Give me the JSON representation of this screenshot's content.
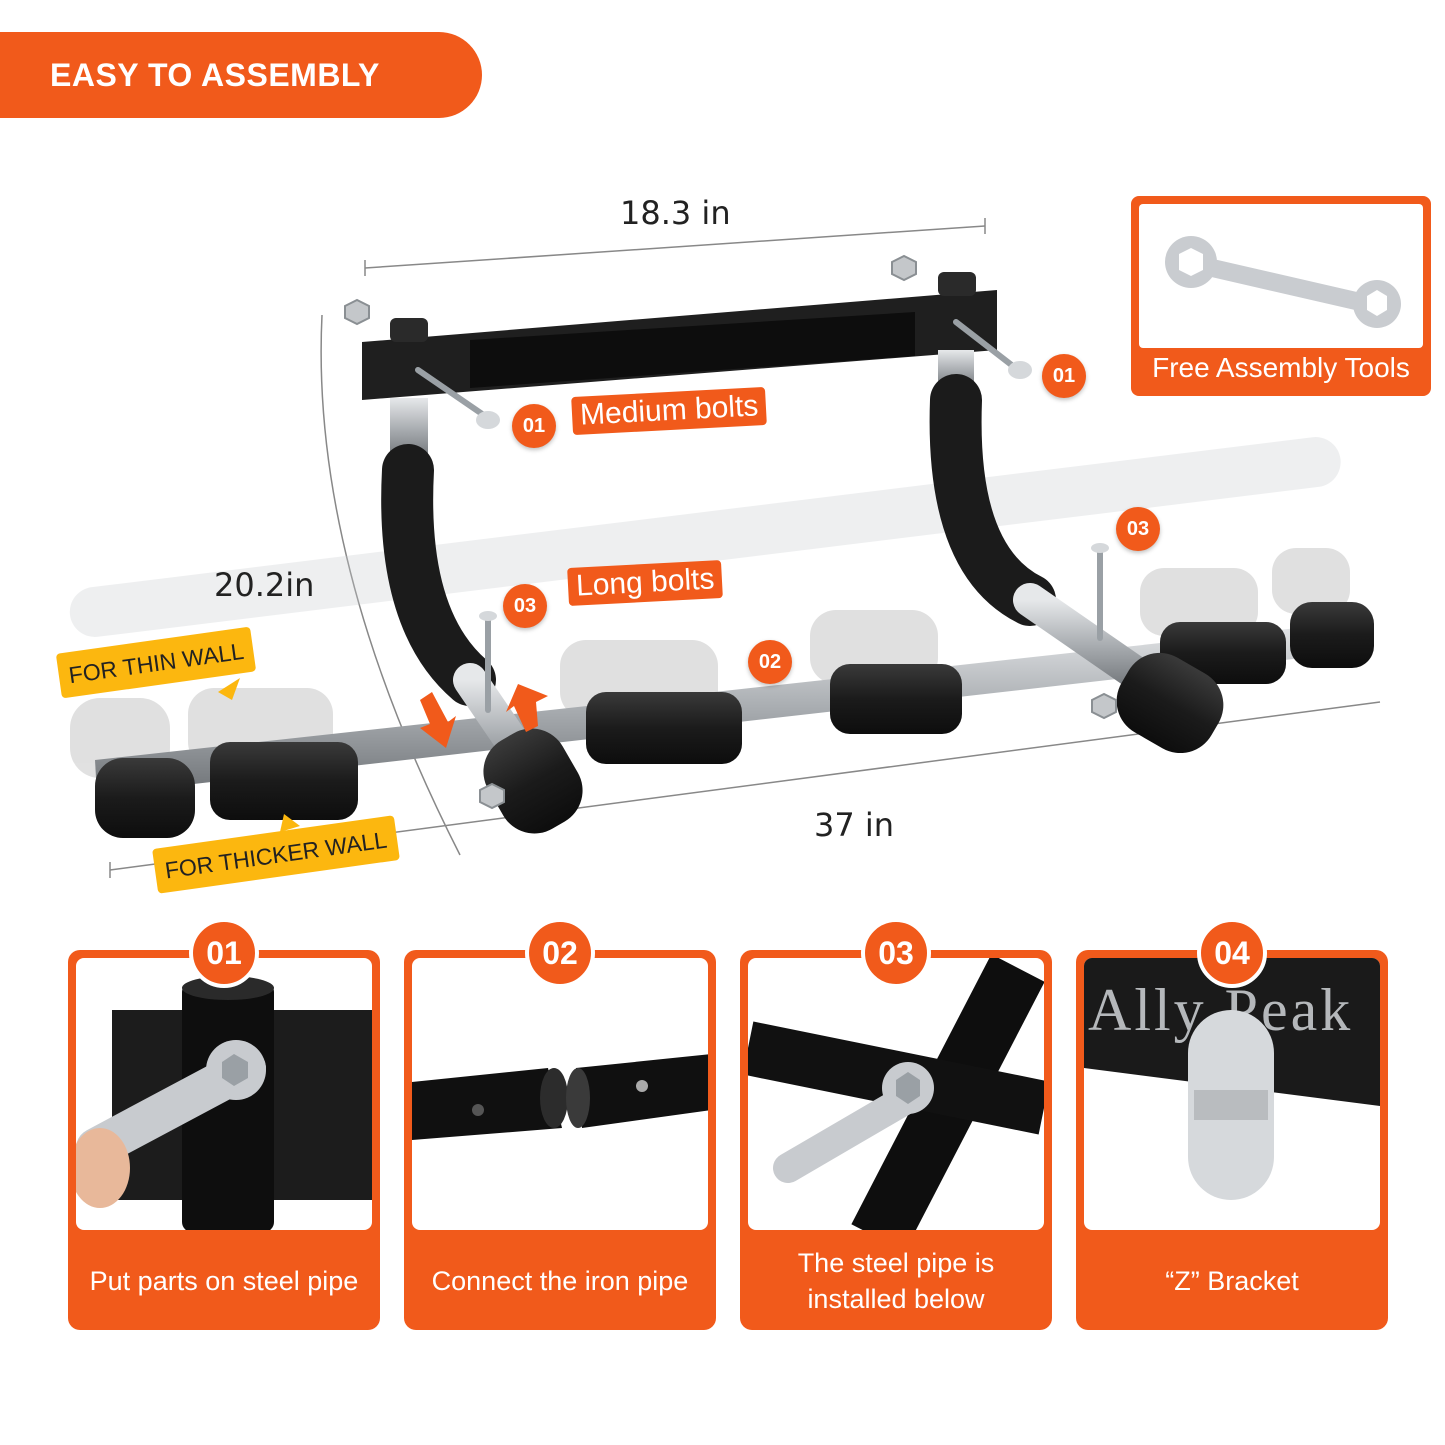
{
  "banner": {
    "title": "EASY TO ASSEMBLY"
  },
  "dimensions": {
    "width": "18.3 in",
    "height": "20.2in",
    "length": "37 in"
  },
  "callouts": {
    "medium_bolts": {
      "num": "01",
      "label": "Medium bolts"
    },
    "medium_bolts_right": {
      "num": "01"
    },
    "connector": {
      "num": "02"
    },
    "long_bolts": {
      "num": "03",
      "label": "Long bolts"
    },
    "long_bolts_right": {
      "num": "03"
    }
  },
  "wall_tags": {
    "thin": "FOR THIN WALL",
    "thick": "FOR THICKER WALL"
  },
  "tool": {
    "label": "Free Assembly Tools"
  },
  "steps": [
    {
      "num": "01",
      "caption": "Put parts on steel pipe"
    },
    {
      "num": "02",
      "caption": "Connect the iron pipe"
    },
    {
      "num": "03",
      "caption": "The steel pipe is installed below"
    },
    {
      "num": "04",
      "caption": "“Z” Bracket",
      "logo_text": "Ally Peak"
    }
  ],
  "colors": {
    "accent": "#f15a1b",
    "tag": "#fcb70f",
    "foam": "#1f1f1f",
    "steel": "#b9bdc1"
  }
}
